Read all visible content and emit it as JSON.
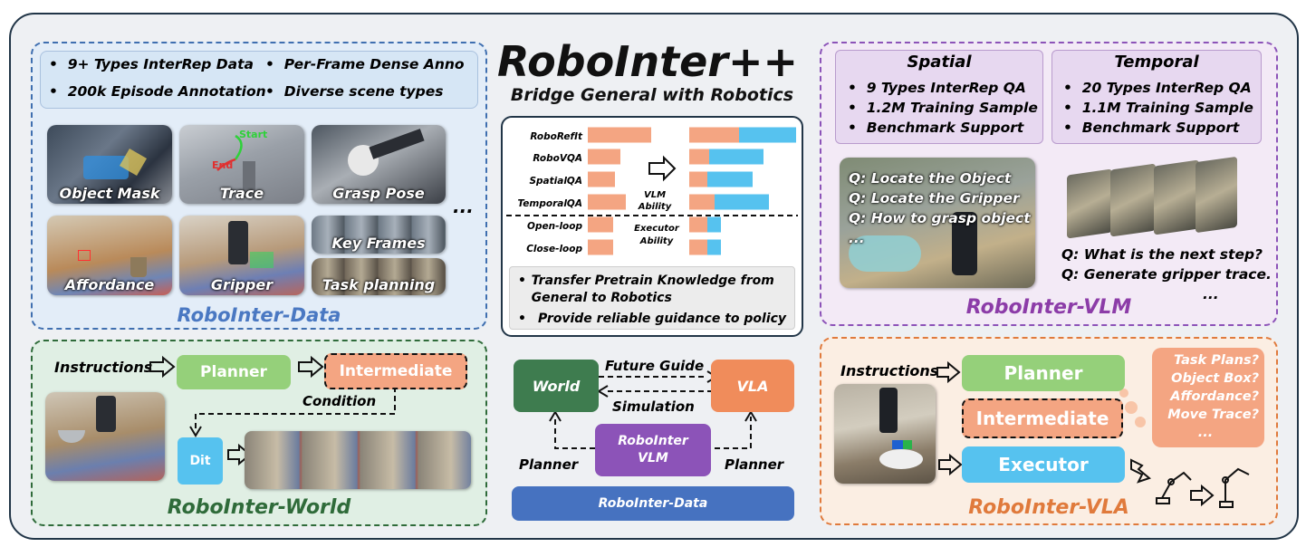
{
  "title": "RoboInter++",
  "subtitle": "Bridge General with Robotics",
  "data_panel": {
    "name": "RoboInter-Data",
    "bullets": [
      "9+ Types InterRep Data",
      "Per-Frame Dense Anno",
      "200k  Episode Annotation",
      "Diverse scene types"
    ],
    "photos": [
      "Object Mask",
      "Trace",
      "Grasp Pose",
      "Affordance",
      "Gripper",
      "Key Frames",
      "Task planning"
    ],
    "trace_labels": [
      "Start",
      "End"
    ],
    "ellipsis": "..."
  },
  "chart_panel": {
    "rows": [
      "RoboRefIt",
      "RoboVQA",
      "SpatialQA",
      "TemporalQA",
      "Open-loop",
      "Close-loop"
    ],
    "vlm_label": [
      "VLM",
      "Ability"
    ],
    "executor_label": [
      "Executor",
      "Ability"
    ],
    "bullets": [
      "Transfer Pretrain Knowledge from General to Robotics",
      "Provide reliable guidance to policy"
    ],
    "colors": {
      "base": "#f4a582",
      "gain": "#56c2ef"
    }
  },
  "chart_data": {
    "type": "bar",
    "categories": [
      "RoboRefIt",
      "RoboVQA",
      "SpatialQA",
      "TemporalQA",
      "Open-loop",
      "Close-loop"
    ],
    "series": [
      {
        "values": [
          70,
          36,
          30,
          42,
          28,
          28
        ]
      },
      {
        "values": [
          55,
          22,
          20,
          28,
          20,
          20
        ]
      },
      {
        "values": [
          118,
          82,
          70,
          88,
          35,
          35
        ]
      }
    ]
  },
  "flow": {
    "world": "World",
    "vla": "VLA",
    "center": [
      "RoboInter",
      "VLM"
    ],
    "future_guide": "Future Guide",
    "simulation": "Simulation",
    "planner_left": "Planner",
    "planner_right": "Planner",
    "data_bar": "RoboInter-Data",
    "colors": {
      "world": "#3e7c4f",
      "vla": "#f08c5b",
      "center": "#8c53b8",
      "data_bar": "#4672c0"
    }
  },
  "world_panel": {
    "name": "RoboInter-World",
    "instructions": "Instructions",
    "planner": "Planner",
    "intermediate": "Intermediate",
    "condition": "Condition",
    "dit": "Dit"
  },
  "vlm_panel": {
    "name": "RoboInter-VLM",
    "spatial": {
      "title": "Spatial",
      "bullets": [
        "9 Types InterRep QA",
        "1.2M Training Sample",
        "Benchmark Support"
      ]
    },
    "temporal": {
      "title": "Temporal",
      "bullets": [
        "20 Types InterRep QA",
        "1.1M Training Sample",
        "Benchmark Support"
      ]
    },
    "spatial_questions": [
      "Q: Locate the Object",
      "Q: Locate the Gripper",
      "Q: How to grasp object",
      "..."
    ],
    "temporal_questions": [
      "Q: What is the next step?",
      "Q: Generate gripper trace.",
      "..."
    ]
  },
  "vla_panel": {
    "name": "RoboInter-VLA",
    "instructions": "Instructions",
    "planner": "Planner",
    "intermediate": "Intermediate",
    "executor": "Executor",
    "bubble": [
      "Task Plans?",
      "Object Box?",
      "Affordance?",
      "Move Trace?",
      "..."
    ]
  }
}
